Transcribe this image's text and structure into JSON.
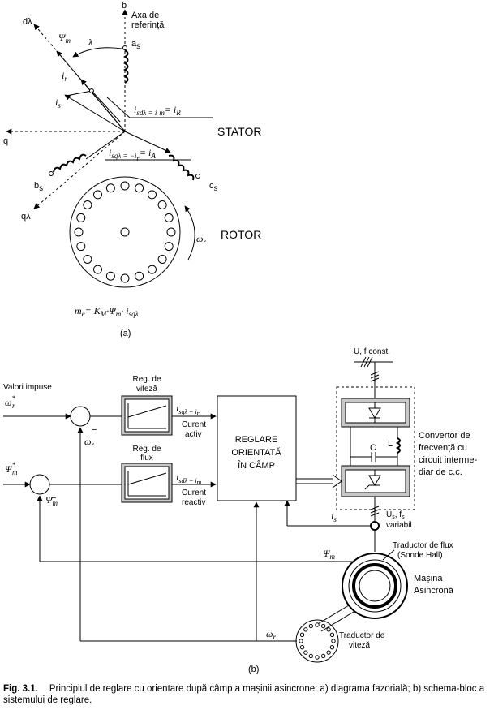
{
  "part_a": {
    "b_label": "b",
    "axa_label_1": "Axa de",
    "axa_label_2": "referință",
    "as_label": "a",
    "as_sub": "s",
    "dlambda_label": "dλ",
    "psi_m_label": "Ψ",
    "psi_m_sub": "m",
    "lambda_label": "λ",
    "ir_label": "i",
    "ir_sub": "r",
    "is_label": "i",
    "is_sub": "s",
    "isd_eq": "i",
    "isd_eq_rest": "sdλ = i",
    "isd_eq_m": "m",
    "isd_eq_end": "= i",
    "isd_eq_R": "R",
    "q_label": "q",
    "stator_label": "STATOR",
    "isq_eq": "i",
    "isq_eq_rest": "sqλ = −i",
    "isq_eq_r": "r",
    "isq_eq_end": "= i",
    "isq_eq_A": "A",
    "bs_label": "b",
    "bs_sub": "s",
    "cs_label": "c",
    "cs_sub": "s",
    "qlambda_label": "qλ",
    "omega_r_label": "ω",
    "omega_r_sub": "r",
    "rotor_label": "ROTOR",
    "formula": "m",
    "formula_rest_1": "e",
    "formula_rest_2": "= K",
    "formula_rest_3": "M",
    "formula_rest_4": "·Ψ",
    "formula_rest_5": "m",
    "formula_rest_6": "· i",
    "formula_rest_7": "sqλ",
    "tag": "(a)"
  },
  "part_b": {
    "supply_label": "U, f const.",
    "valori_label": "Valori impuse",
    "omega_ref": "ω",
    "omega_ref_sub": "r",
    "omega_ref_sup": "*",
    "psi_ref": "Ψ",
    "psi_ref_sub": "m",
    "psi_ref_sup": "*",
    "reg_viteza_1": "Reg. de",
    "reg_viteza_2": "viteză",
    "reg_flux_1": "Reg. de",
    "reg_flux_2": "flux",
    "isq_label": "i",
    "isq_label_rest": "sqλ = i",
    "isq_label_r": "r",
    "curent_activ_1": "Curent",
    "curent_activ_2": "activ",
    "isd_label": "i",
    "isd_label_rest": "sdλ = i",
    "isd_label_m": "m",
    "curent_reactiv_1": "Curent",
    "curent_reactiv_2": "reactiv",
    "omega_fb": "ω",
    "omega_fb_sub": "r",
    "psi_fb": "Ψ",
    "psi_fb_sub": "m",
    "minus": "−",
    "reglare_1": "REGLARE",
    "reglare_2": "ORIENTATĂ",
    "reglare_3": "ÎN CÂMP",
    "convertor_1": "Convertor de",
    "convertor_2": "frecvență cu",
    "convertor_3": "circuit interme-",
    "convertor_4": "diar de c.c.",
    "L_label": "L",
    "C_label": "C",
    "is_label": "i",
    "is_sub": "s",
    "uf_var_1": "U",
    "uf_var_1b": "s",
    "uf_var_1c": ", f",
    "uf_var_1d": "s",
    "uf_var_2": "variabil",
    "psi_line": "Ψ",
    "psi_line_sub": "m",
    "traductor_flux_1": "Traductor de flux",
    "traductor_flux_2": "(Sonde Hall)",
    "masina_1": "Mașina",
    "masina_2": "Asincronă",
    "omega_line": "ω",
    "omega_line_sub": "r",
    "traductor_viteza_1": "Traductor de",
    "traductor_viteza_2": "viteză",
    "tag": "(b)"
  },
  "caption": {
    "label": "Fig. 3.1.",
    "text": "Principiul de reglare cu orientare după câmp a mașinii asincrone: a) diagrama fazorială; b) schema-bloc a sistemului de reglare."
  }
}
